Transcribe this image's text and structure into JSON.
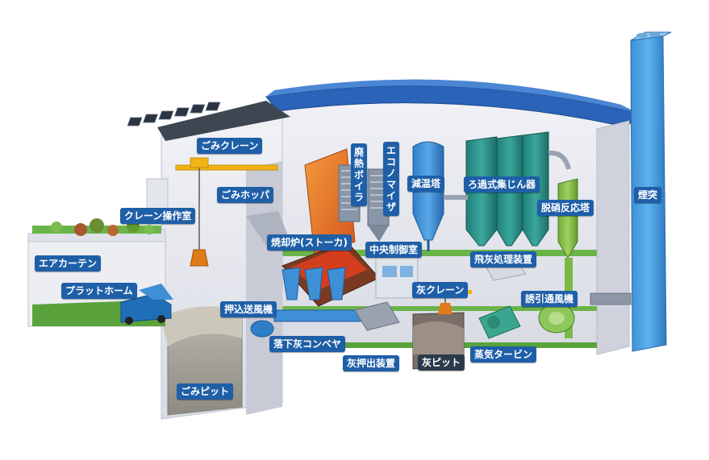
{
  "labels": {
    "gomi_crane": "ごみクレーン",
    "gomi_hopper": "ごみホッパ",
    "crane_room": "クレーン操作室",
    "air_curtain": "エアカーテン",
    "platform": "プラットホーム",
    "push_fan": "押込送風機",
    "gomi_pit": "ごみピット",
    "incinerator": "焼却炉(ストーカ)",
    "waste_boiler": "廃熱ボイラ",
    "economizer": "エコノマイザ",
    "cooling_tower": "減温塔",
    "bag_filter": "ろ過式集じん器",
    "denitration": "脱硝反応塔",
    "stack": "煙突",
    "control_room": "中央制御室",
    "fly_ash": "飛灰処理装置",
    "ash_crane": "灰クレーン",
    "ash_conveyor": "落下灰コンベヤ",
    "ash_extractor": "灰押出装置",
    "ash_pit": "灰ピット",
    "steam_turbine": "蒸気タービン",
    "induced_fan": "誘引通風機"
  },
  "colors": {
    "label_bg": "#1f5fa8",
    "roof_blue": "#2a63b8",
    "wall_light": "#e9eaf0",
    "stack_blue": "#4aa3e0",
    "bag_filter_teal": "#2a8f86",
    "furnace_orange": "#e8742a",
    "grass_green": "#5aa23c",
    "crane_yellow": "#f2b414"
  }
}
